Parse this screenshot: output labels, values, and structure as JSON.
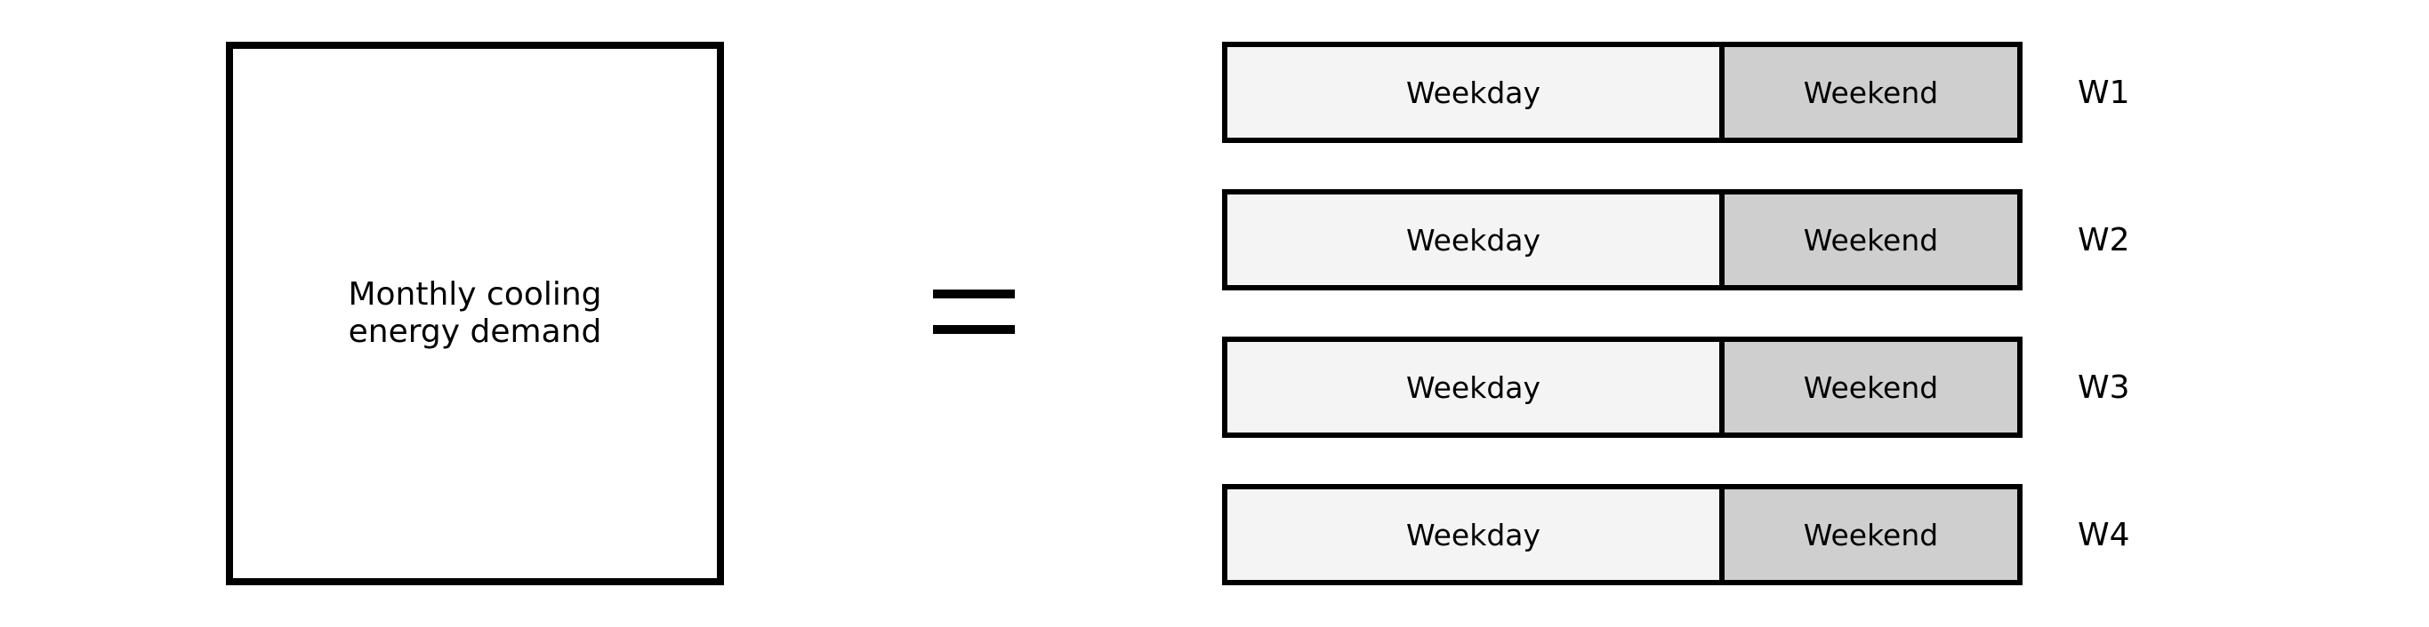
{
  "total_box": {
    "label": "Monthly cooling\nenergy demand"
  },
  "operator": "=",
  "weeks": [
    {
      "weekday_label": "Weekday",
      "weekend_label": "Weekend",
      "week_label": "W1"
    },
    {
      "weekday_label": "Weekday",
      "weekend_label": "Weekend",
      "week_label": "W2"
    },
    {
      "weekday_label": "Weekday",
      "weekend_label": "Weekend",
      "week_label": "W3"
    },
    {
      "weekday_label": "Weekday",
      "weekend_label": "Weekend",
      "week_label": "W4"
    }
  ],
  "colors": {
    "weekday_fill": "#f4f4f4",
    "weekend_fill": "#cfcfcf",
    "stroke": "#000000"
  }
}
